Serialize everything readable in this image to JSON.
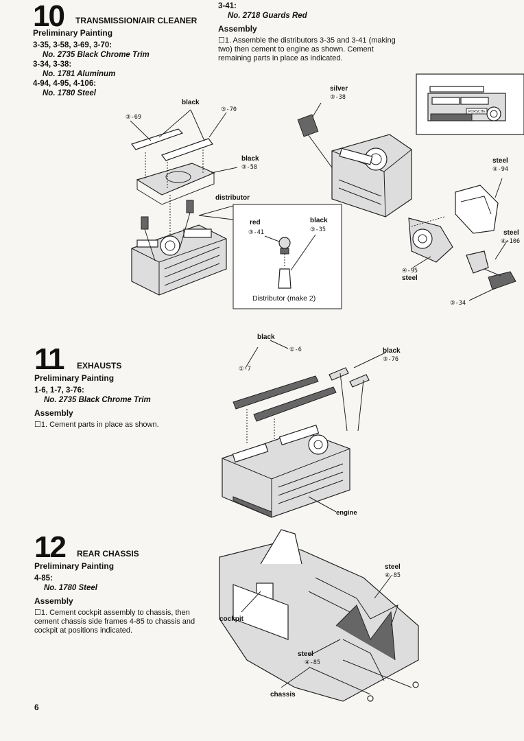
{
  "step10": {
    "number": "10",
    "title": "TRANSMISSION/AIR CLEANER",
    "prelim_heading": "Preliminary Painting",
    "paint_groups": [
      {
        "parts": "3-35, 3-58, 3-69, 3-70:",
        "paint": "No. 2735 Black Chrome Trim"
      },
      {
        "parts": "3-34, 3-38:",
        "paint": "No. 1781 Aluminum"
      },
      {
        "parts": "4-94, 4-95, 4-106:",
        "paint": "No. 1780 Steel"
      },
      {
        "parts": "3-41:",
        "paint": "No. 2718 Guards Red"
      }
    ],
    "assembly_heading": "Assembly",
    "instruction": "☐1.  Assemble the distributors 3-35 and 3-41 (making two) then cement to engine as shown. Cement remaining parts in place as indicated.",
    "labels": {
      "black_top": "black",
      "ref_69": "③-69",
      "ref_70": "③-70",
      "black_58": "black",
      "ref_58": "③-58",
      "distributor": "distributor",
      "red": "red",
      "ref_41": "③-41",
      "black_35": "black",
      "ref_35": "③-35",
      "distributor_caption": "Distributor (make 2)",
      "silver": "silver",
      "ref_38": "③-38",
      "steel_94": "steel",
      "ref_94": "④-94",
      "steel_106": "steel",
      "ref_106": "④-106",
      "ref_95": "④-95",
      "steel_95": "steel",
      "ref_34": "③-34",
      "badge": "PORSCHE"
    }
  },
  "step11": {
    "number": "11",
    "title": "EXHAUSTS",
    "prelim_heading": "Preliminary Painting",
    "paint_groups": [
      {
        "parts": "1-6, 1-7, 3-76:",
        "paint": "No. 2735 Black Chrome Trim"
      }
    ],
    "assembly_heading": "Assembly",
    "instruction": "☐1.  Cement parts in place as shown.",
    "labels": {
      "black_top": "black",
      "ref_6": "①-6",
      "ref_7": "①-7",
      "black_76": "black",
      "ref_76": "③-76",
      "engine": "engine"
    }
  },
  "step12": {
    "number": "12",
    "title": "REAR CHASSIS",
    "prelim_heading": "Preliminary Painting",
    "paint_groups": [
      {
        "parts": "4-85:",
        "paint": "No. 1780 Steel"
      }
    ],
    "assembly_heading": "Assembly",
    "instruction": "☐1.  Cement cockpit assembly to chassis, then cement chassis side frames 4-85 to chassis and cockpit at positions indicated.",
    "labels": {
      "steel_top": "steel",
      "ref_85_top": "④-85",
      "cockpit": "cockpit",
      "steel_bottom": "steel",
      "ref_85_bottom": "④-85",
      "chassis": "chassis"
    }
  },
  "page_number": "6"
}
